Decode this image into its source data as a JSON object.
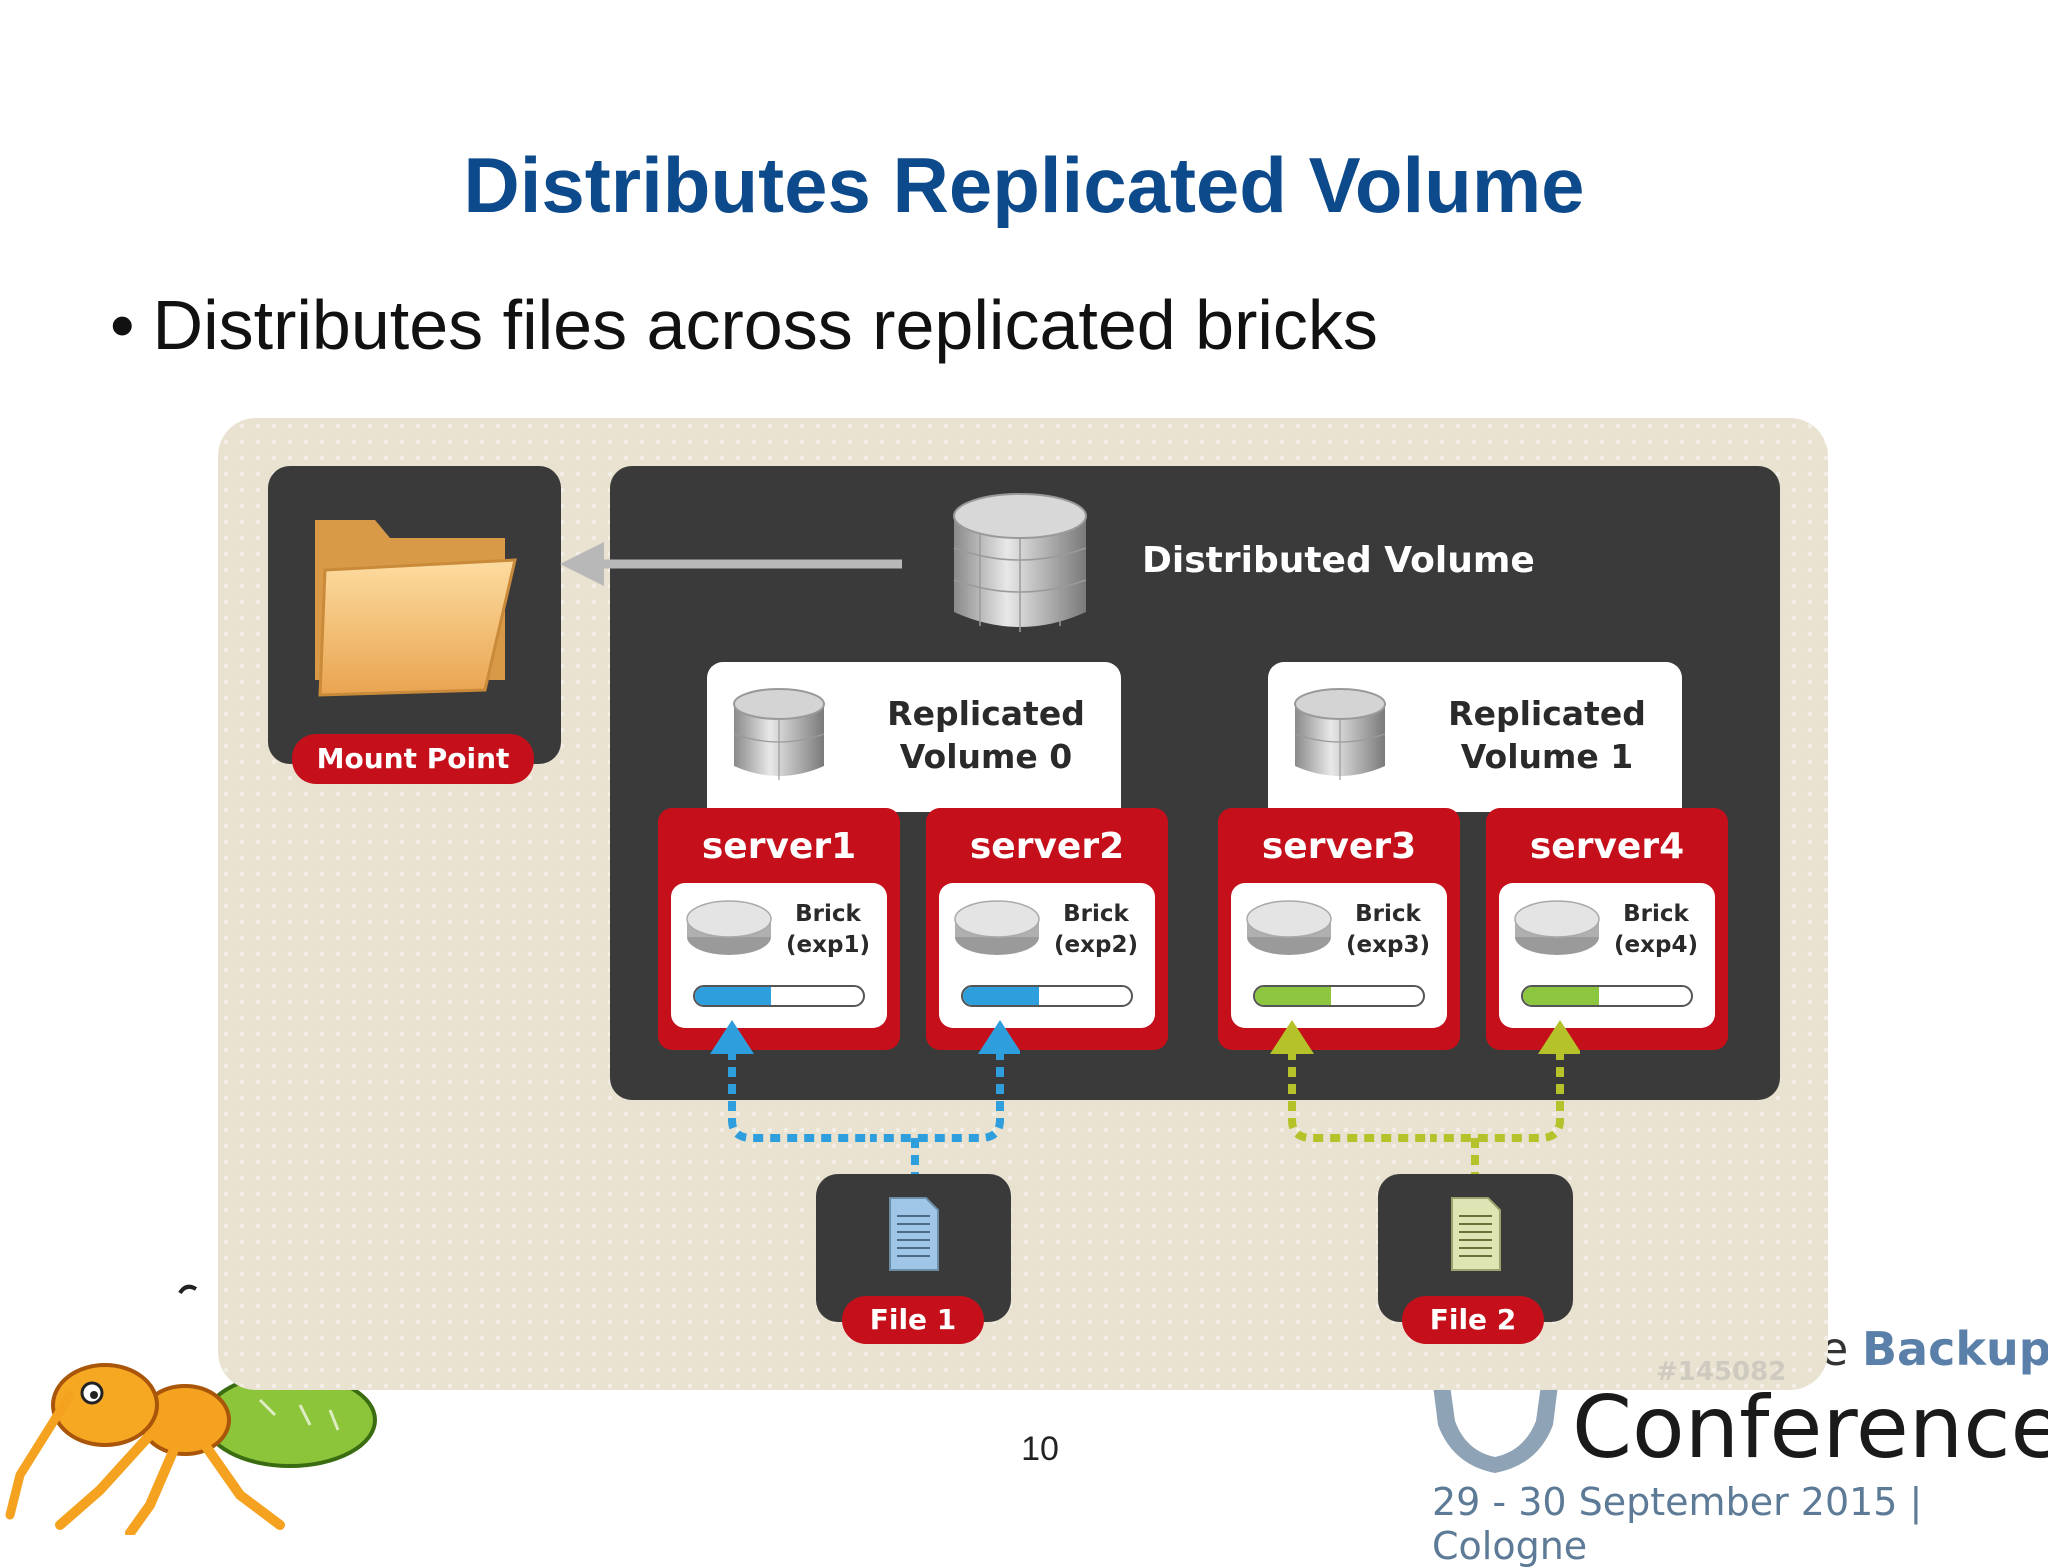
{
  "slide": {
    "title": "Distributes Replicated Volume",
    "bullet": "Distributes files across replicated bricks",
    "page_number": "10"
  },
  "diagram": {
    "mount_point": "Mount Point",
    "distributed_volume": "Distributed Volume",
    "replicated_volumes": [
      {
        "line1": "Replicated",
        "line2": "Volume 0"
      },
      {
        "line1": "Replicated",
        "line2": "Volume 1"
      }
    ],
    "servers": [
      {
        "name": "server1",
        "brick": "Brick",
        "exp": "(exp1)",
        "fill": 0.45,
        "color": "#2e9fdc"
      },
      {
        "name": "server2",
        "brick": "Brick",
        "exp": "(exp2)",
        "fill": 0.45,
        "color": "#2e9fdc"
      },
      {
        "name": "server3",
        "brick": "Brick",
        "exp": "(exp3)",
        "fill": 0.45,
        "color": "#8cc63f"
      },
      {
        "name": "server4",
        "brick": "Brick",
        "exp": "(exp4)",
        "fill": 0.45,
        "color": "#8cc63f"
      }
    ],
    "files": [
      {
        "label": "File 1",
        "color": "#2e9fdc"
      },
      {
        "label": "File 2",
        "color": "#b5c22a"
      }
    ],
    "watermark": "#145082"
  },
  "conference": {
    "line1_prefix": "e",
    "line1_word": "Backup",
    "line2": "Conference",
    "line3": "29 - 30 September 2015 | Cologne"
  }
}
